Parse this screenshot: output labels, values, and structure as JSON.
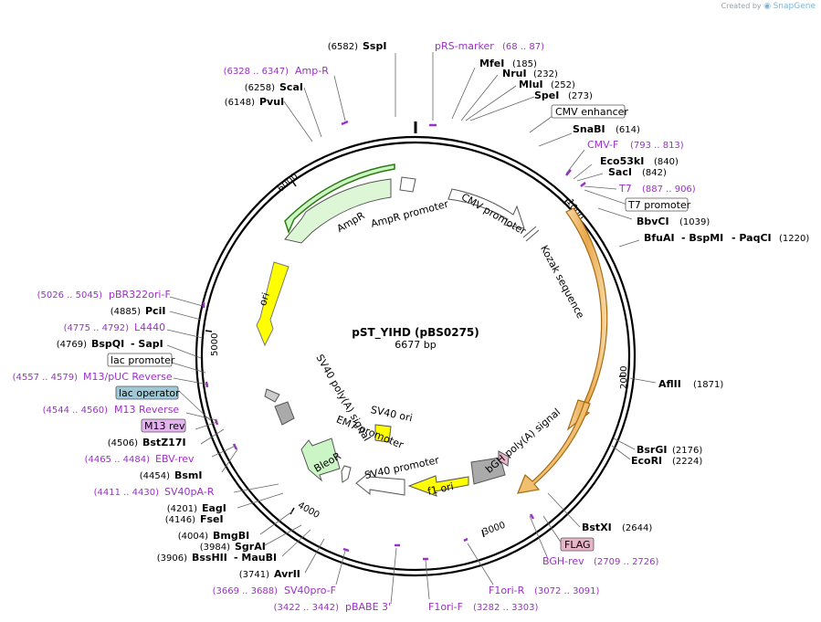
{
  "credit": {
    "prefix": "Created by",
    "brand": "SnapGene"
  },
  "plasmid": {
    "name": "pST_YIHD (pBS0275)",
    "size_label": "6677 bp"
  },
  "ticks": [
    "1000",
    "2000",
    "3000",
    "4000",
    "5000",
    "6000"
  ],
  "sites_right": [
    {
      "name": "MfeI",
      "pos": "(185)"
    },
    {
      "name": "NruI",
      "pos": "(232)"
    },
    {
      "name": "MluI",
      "pos": "(252)"
    },
    {
      "name": "SpeI",
      "pos": "(273)"
    },
    {
      "name": "SnaBI",
      "pos": "(614)"
    },
    {
      "name": "Eco53kI",
      "pos": "(840)"
    },
    {
      "name": "SacI",
      "pos": "(842)"
    },
    {
      "name": "BbvCI",
      "pos": "(1039)"
    },
    {
      "name": "AflII",
      "pos": "(1871)"
    },
    {
      "name": "BsrGI",
      "pos": "(2176)"
    },
    {
      "name": "EcoRI",
      "pos": "(2224)"
    },
    {
      "name": "BstXI",
      "pos": "(2644)"
    }
  ],
  "multi_site": {
    "names": [
      "BfuAI",
      "- BspMI",
      "- PaqCI"
    ],
    "pos": "(1220)"
  },
  "sites_left": [
    {
      "name": "SspI",
      "pos": "(6582)"
    },
    {
      "name": "ScaI",
      "pos": "(6258)"
    },
    {
      "name": "PvuI",
      "pos": "(6148)"
    },
    {
      "name": "PciI",
      "pos": "(4885)"
    },
    {
      "name": "BstZ17I",
      "pos": "(4506)"
    },
    {
      "name": "BsmI",
      "pos": "(4454)"
    },
    {
      "name": "EagI",
      "pos": "(4201)"
    },
    {
      "name": "FseI",
      "pos": "(4146)"
    },
    {
      "name": "BmgBI",
      "pos": "(4004)"
    },
    {
      "name": "SgrAI",
      "pos": "(3984)"
    },
    {
      "name": "AvrII",
      "pos": "(3741)"
    }
  ],
  "pair_sites": [
    {
      "pos": "(4769)",
      "a": "BspQI",
      "b": "- SapI"
    },
    {
      "pos": "(3906)",
      "a": "BssHII",
      "b": "- MauBI"
    }
  ],
  "primers": [
    {
      "name": "pRS-marker",
      "pos": "(68 .. 87)"
    },
    {
      "name": "Amp-R",
      "pos": "(6328 .. 6347)"
    },
    {
      "name": "CMV-F",
      "pos": "(793 .. 813)"
    },
    {
      "name": "T7",
      "pos": "(887 .. 906)"
    },
    {
      "name": "pBR322ori-F",
      "pos": "(5026 .. 5045)"
    },
    {
      "name": "L4440",
      "pos": "(4775 .. 4792)"
    },
    {
      "name": "M13/pUC Reverse",
      "pos": "(4557 .. 4579)"
    },
    {
      "name": "M13 Reverse",
      "pos": "(4544 .. 4560)"
    },
    {
      "name": "EBV-rev",
      "pos": "(4465 .. 4484)"
    },
    {
      "name": "SV40pA-R",
      "pos": "(4411 .. 4430)"
    },
    {
      "name": "BGH-rev",
      "pos": "(2709 .. 2726)"
    },
    {
      "name": "F1ori-R",
      "pos": "(3072 .. 3091)"
    },
    {
      "name": "F1ori-F",
      "pos": "(3282 .. 3303)"
    },
    {
      "name": "pBABE 3'",
      "pos": "(3422 .. 3442)"
    },
    {
      "name": "SV40pro-F",
      "pos": "(3669 .. 3688)"
    }
  ],
  "boxed": {
    "cmv_enhancer": "CMV enhancer",
    "t7_promoter": "T7 promoter",
    "flag": "FLAG",
    "lac_promoter": "lac promoter",
    "lac_operator": "lac operator",
    "m13_rev": "M13 rev"
  },
  "features": {
    "ampr": "AmpR",
    "ampr_promoter": "AmpR promoter",
    "cmv_promoter": "CMV promoter",
    "kozak": "Kozak sequence",
    "ori": "ori",
    "sv40_polya": "SV40 poly(A) signal",
    "sv40_ori": "SV40 ori",
    "em7_promoter": "EM7 promoter",
    "bleor": "BleoR",
    "sv40_promoter": "SV40 promoter",
    "f1_ori": "f1 ori",
    "bgh_polya": "bGH poly(A) signal"
  },
  "colors": {
    "primer": "#9b30c8",
    "ampr_fill": "#ccf5c6",
    "ori_fill": "#ffff00",
    "orange_arrow": "#f0c070",
    "flag_fill": "#e8b4c8",
    "lac_operator_fill": "#9fc9d6",
    "m13_fill": "#e5b3f0"
  }
}
